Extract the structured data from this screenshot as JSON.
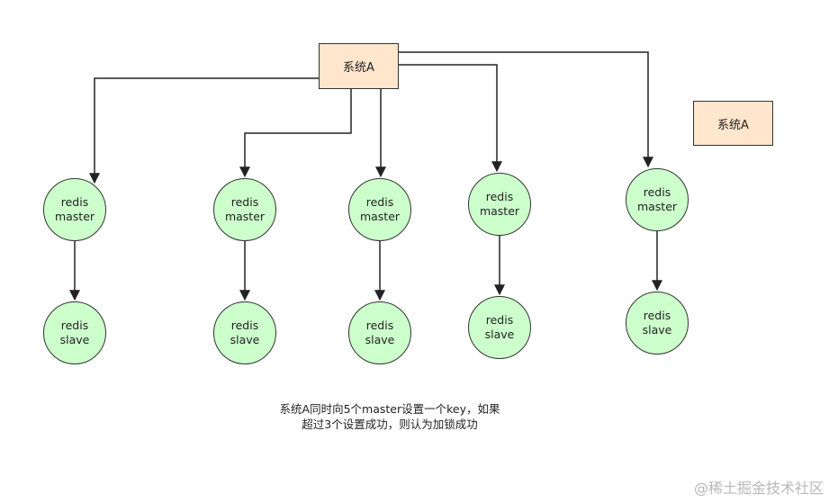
{
  "system_main": {
    "label": "系统A"
  },
  "system_side": {
    "label": "系统A"
  },
  "pairs": [
    {
      "master": [
        "redis",
        "master"
      ],
      "slave": [
        "redis",
        "slave"
      ]
    },
    {
      "master": [
        "redis",
        "master"
      ],
      "slave": [
        "redis",
        "slave"
      ]
    },
    {
      "master": [
        "redis",
        "master"
      ],
      "slave": [
        "redis",
        "slave"
      ]
    },
    {
      "master": [
        "redis",
        "master"
      ],
      "slave": [
        "redis",
        "slave"
      ]
    },
    {
      "master": [
        "redis",
        "master"
      ],
      "slave": [
        "redis",
        "slave"
      ]
    }
  ],
  "caption": {
    "line1": "系统A同时向5个master设置一个key，如果",
    "line2": "超过3个设置成功，则认为加锁成功"
  },
  "watermark": "@稀土掘金技术社区",
  "colors": {
    "system_fill": "#ffe6cc",
    "node_fill": "#ccffcc",
    "stroke": "#333333"
  }
}
